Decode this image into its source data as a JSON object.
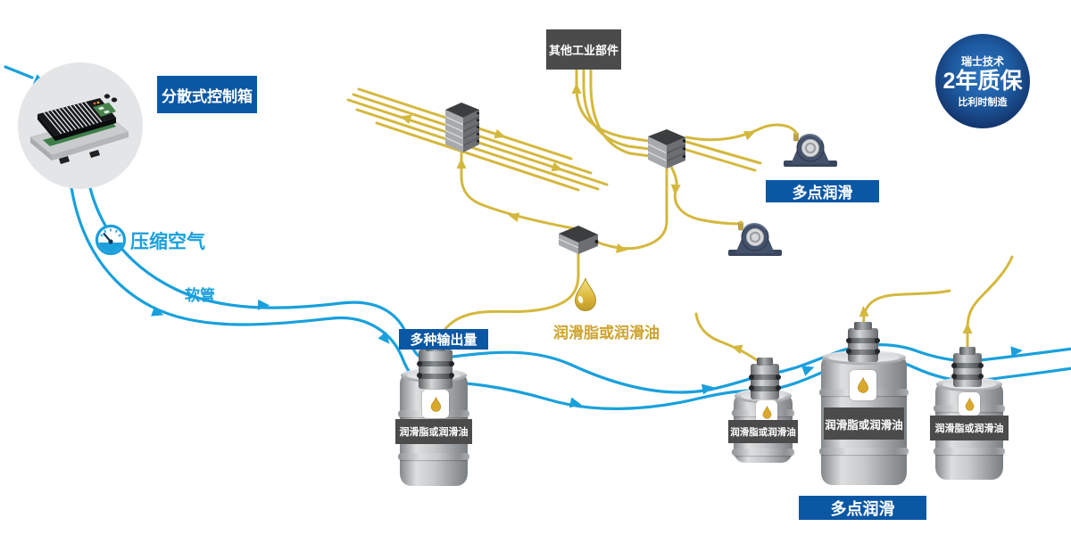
{
  "diagram": {
    "control_box_label": "分散式控制箱",
    "compressed_air_label": "压缩空气",
    "hose_label": "软管",
    "other_parts_label": "其他工业部件",
    "multipoint_label_right": "多点润滑",
    "multipoint_label_bottom": "多点润滑",
    "multi_output_label": "多种输出量",
    "grease_or_oil_caption": "润滑脂或润滑油",
    "badge": {
      "line1": "瑞士技术",
      "line2": "2年质保",
      "line3": "比利时制造"
    },
    "barrels": [
      {
        "band_label": "润滑脂或润滑油"
      },
      {
        "band_label": "润滑脂或润滑油"
      },
      {
        "band_label": "润滑脂或润滑油"
      },
      {
        "band_label": "润滑脂或润滑油"
      }
    ],
    "icons": {
      "pressure_gauge": "gauge-icon",
      "oil_droplet": "droplet-icon",
      "flow_arrow": "▶"
    },
    "colors": {
      "hose_blue": "#19a0dc",
      "tube_yellow": "#d4b83e",
      "label_blue": "#0a57a4",
      "dark_gray": "#4b4b4b",
      "gold_text": "#cda32c",
      "badge_navy": "#0f2a58"
    }
  }
}
